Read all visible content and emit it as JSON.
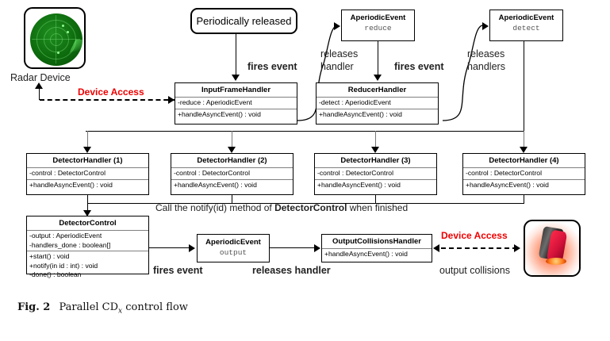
{
  "figure": {
    "caption_prefix": "Fig. 2",
    "caption_text_a": "Parallel CD",
    "caption_sub": "x",
    "caption_text_b": "control flow"
  },
  "devices": {
    "radar": {
      "label": "Radar Device",
      "icon": "radar-icon"
    },
    "beacon": {
      "label": "output collisions",
      "icon": "warning-beacon-icon"
    }
  },
  "start_node": {
    "label": "Periodically released"
  },
  "events": {
    "reduce": {
      "stereotype": "AperiodicEvent",
      "name": "reduce"
    },
    "detect": {
      "stereotype": "AperiodicEvent",
      "name": "detect"
    },
    "output": {
      "stereotype": "AperiodicEvent",
      "name": "output"
    }
  },
  "classes": {
    "input_frame_handler": {
      "title": "InputFrameHandler",
      "attributes": [
        "-reduce : AperiodicEvent"
      ],
      "operations": [
        "+handleAsyncEvent() : void"
      ]
    },
    "reducer_handler": {
      "title": "ReducerHandler",
      "attributes": [
        "-detect : AperiodicEvent"
      ],
      "operations": [
        "+handleAsyncEvent() : void"
      ]
    },
    "detector_handler_1": {
      "title": "DetectorHandler (1)",
      "attributes": [
        "-control : DetectorControl"
      ],
      "operations": [
        "+handleAsyncEvent() : void"
      ]
    },
    "detector_handler_2": {
      "title": "DetectorHandler (2)",
      "attributes": [
        "-control : DetectorControl"
      ],
      "operations": [
        "+handleAsyncEvent() : void"
      ]
    },
    "detector_handler_3": {
      "title": "DetectorHandler (3)",
      "attributes": [
        "-control : DetectorControl"
      ],
      "operations": [
        "+handleAsyncEvent() : void"
      ]
    },
    "detector_handler_4": {
      "title": "DetectorHandler (4)",
      "attributes": [
        "-control : DetectorControl"
      ],
      "operations": [
        "+handleAsyncEvent() : void"
      ]
    },
    "detector_control": {
      "title": "DetectorControl",
      "attributes": [
        "-output : AperiodicEvent",
        "-handlers_done : boolean[]"
      ],
      "operations": [
        "+start() : void",
        "+notify(in id : int) : void",
        "-done() : boolean"
      ]
    },
    "output_collisions_handler": {
      "title": "OutputCollisionsHandler",
      "attributes": [],
      "operations": [
        "+handleAsyncEvent() : void"
      ]
    }
  },
  "edge_labels": {
    "device_access_top": "Device Access",
    "device_access_bottom": "Device  Access",
    "fires_event_1": "fires event",
    "fires_event_2": "fires event",
    "fires_event_3": "fires event",
    "releases_handler_1": "releases",
    "releases_handler_1b": "handler",
    "releases_handlers_2": "releases",
    "releases_handlers_2b": "handlers",
    "releases_handler_3": "releases handler",
    "notify_note_a": "Call the notify(id) method of ",
    "notify_note_b": "DetectorControl",
    "notify_note_c": " when finished"
  },
  "colors": {
    "accent_red": "#ee0000",
    "line": "#000000",
    "divider": "#808080",
    "radar_green": "#0d6b0d"
  }
}
